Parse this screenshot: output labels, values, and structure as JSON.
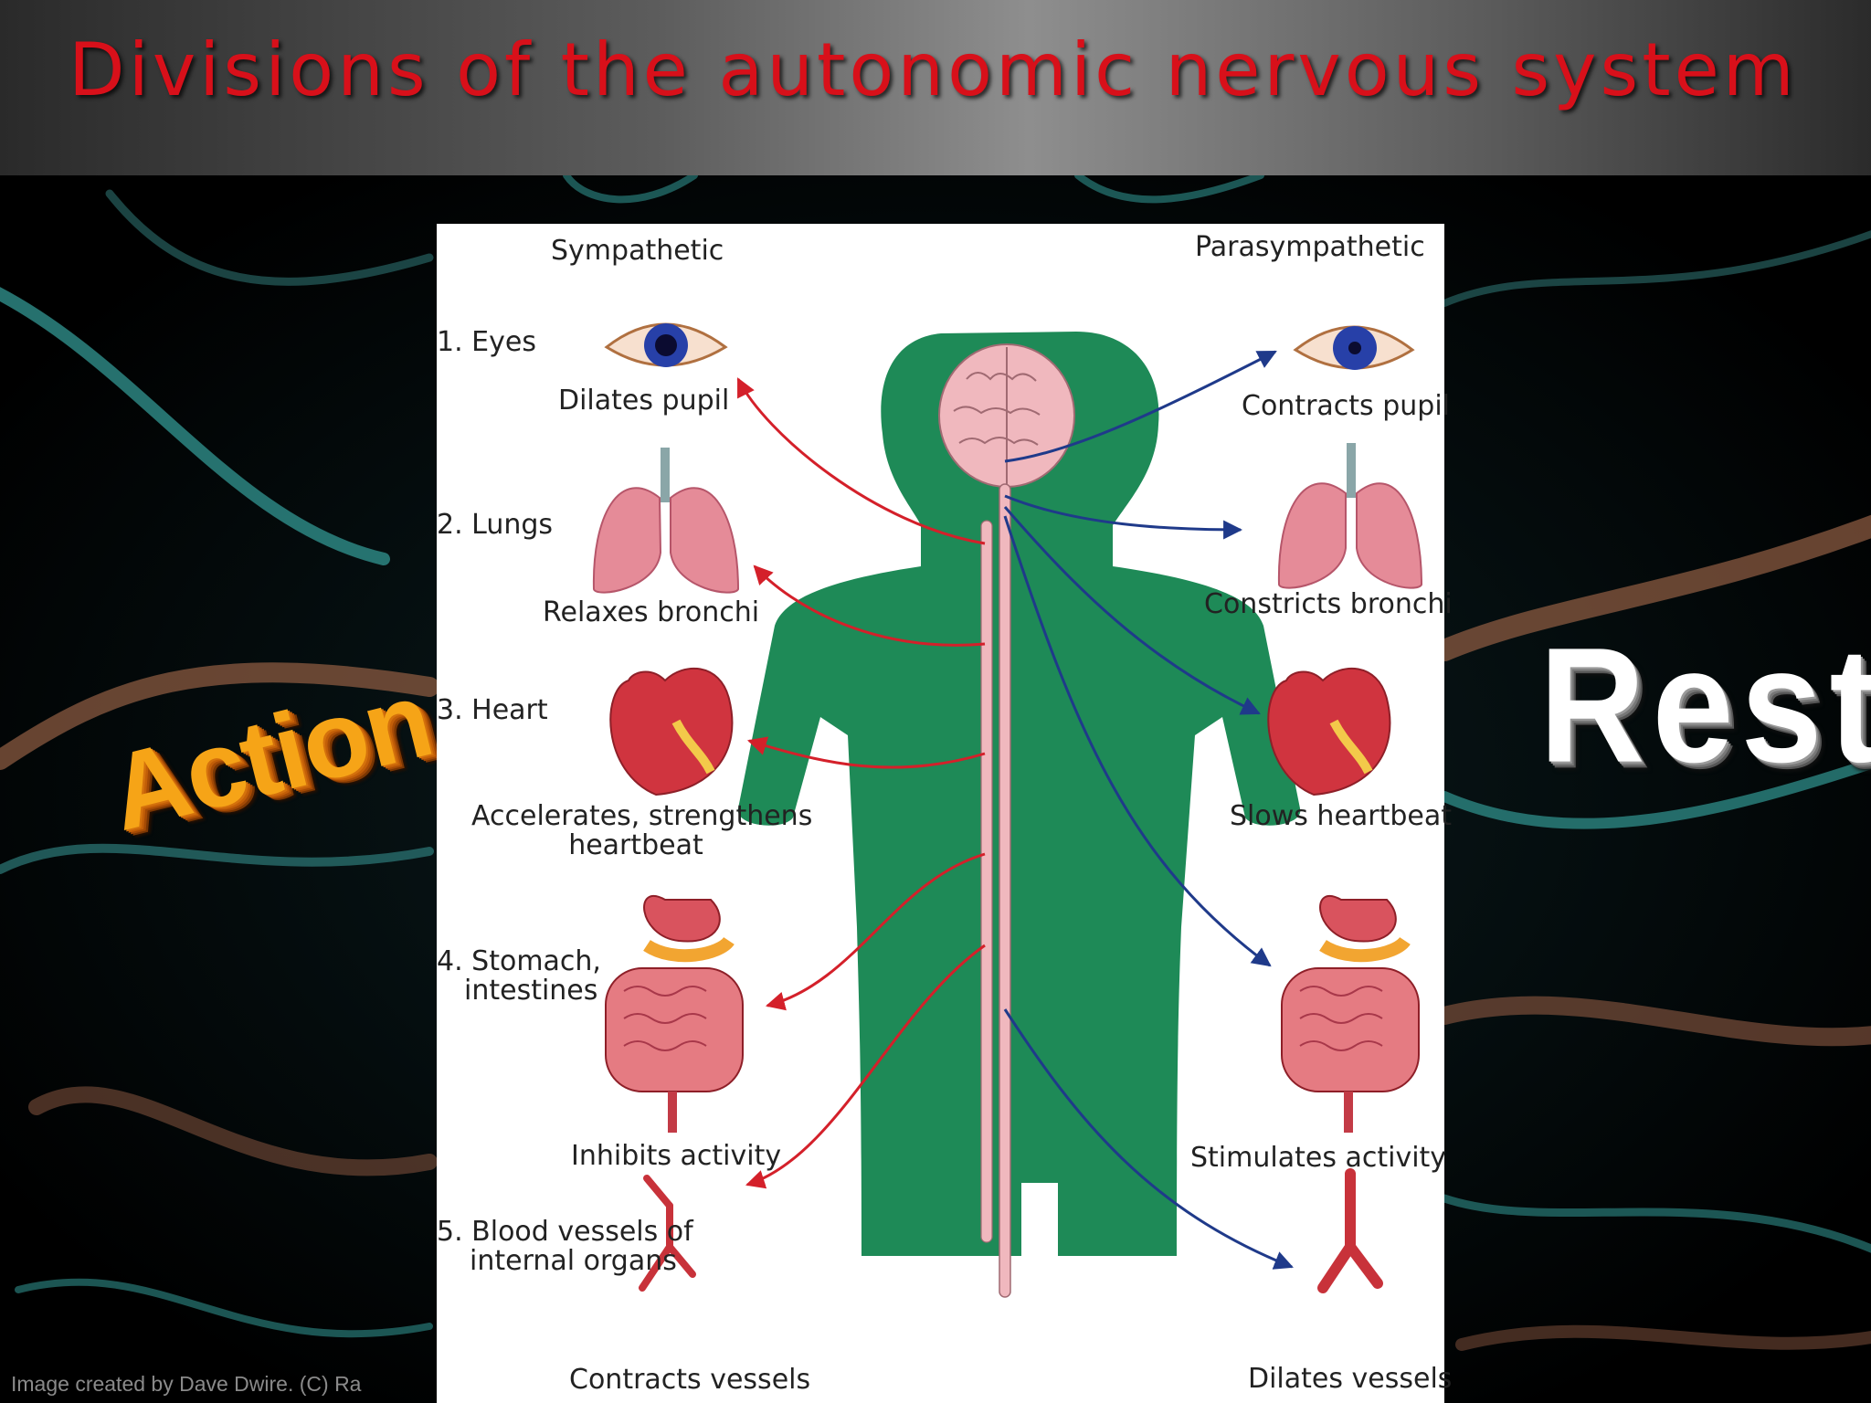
{
  "slide": {
    "title": "Divisions of the autonomic nervous system",
    "credit": "Image created by Dave Dwire. (C) Ra",
    "left_word": "Action",
    "right_word": "Rest"
  },
  "diagram": {
    "headers": {
      "sympathetic": "Sympathetic",
      "parasympathetic": "Parasympathetic"
    },
    "organs": [
      {
        "name": "1. Eyes",
        "sympathetic": "Dilates pupil",
        "parasympathetic": "Contracts pupil"
      },
      {
        "name": "2. Lungs",
        "sympathetic": "Relaxes bronchi",
        "parasympathetic": "Constricts bronchi"
      },
      {
        "name": "3. Heart",
        "sympathetic_line1": "Accelerates, strengthens",
        "sympathetic_line2": "heartbeat",
        "parasympathetic": "Slows heartbeat"
      },
      {
        "name_line1": "4. Stomach,",
        "name_line2": "intestines",
        "sympathetic": "Inhibits activity",
        "parasympathetic": "Stimulates activity"
      },
      {
        "name_line1": "5. Blood vessels of",
        "name_line2": "internal organs",
        "sympathetic": "Contracts vessels",
        "parasympathetic": "Dilates vessels"
      }
    ],
    "colors": {
      "body": "#1e8a57",
      "sympathetic_arrow": "#d4202a",
      "parasympathetic_arrow": "#1f3a8a",
      "organ_red": "#c8323a",
      "brain": "#f0b8be"
    }
  }
}
